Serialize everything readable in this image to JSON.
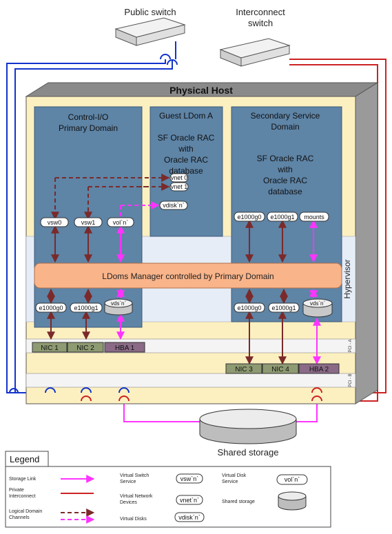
{
  "switches": {
    "public": "Public switch",
    "interconnect_line1": "Interconnect",
    "interconnect_line2": "switch"
  },
  "host": {
    "title": "Physical Host",
    "hypervisor": "Hypervisor",
    "pci_a": "PCI - A",
    "pci_b": "PCI - B"
  },
  "primary": {
    "line1": "Control-I/O",
    "line2": "Primary Domain",
    "vsw0": "vsw0",
    "vsw1": "vsw1",
    "vol": "vol`n`",
    "vds": "vds`n`",
    "e0": "e1000g0",
    "e1": "e1000g1"
  },
  "guest": {
    "title": "Guest LDom A",
    "app1": "SF Oracle RAC",
    "app2": "with",
    "app3": "Oracle RAC",
    "app4": "database",
    "vnet0": "vnet 0",
    "vnet1": "vnet 1",
    "vdisk": "vdisk`n`"
  },
  "secondary": {
    "line1": "Secondary Service",
    "line2": "Domain",
    "app1": "SF Oracle RAC",
    "app2": "with",
    "app3": "Oracle RAC",
    "app4": "database",
    "e0_top": "e1000g0",
    "e1_top": "e1000g1",
    "mounts": "mounts",
    "e0": "e1000g0",
    "e1": "e1000g1",
    "vds": "vds`n`"
  },
  "ldoms_manager": "LDoms Manager controlled by Primary Domain",
  "cards": {
    "nic1": "NIC 1",
    "nic2": "NIC 2",
    "hba1": "HBA 1",
    "nic3": "NIC 3",
    "nic4": "NIC 4",
    "hba2": "HBA 2"
  },
  "shared_storage": "Shared storage",
  "legend": {
    "title": "Legend",
    "storage_link": "Storage Link",
    "private1": "Private",
    "private2": "Interconnect",
    "logical1": "Logical Domain",
    "logical2": "Channels",
    "vswitch1": "Virtual Switch",
    "vswitch2": "Service",
    "vswitch_sym": "vsw`n`",
    "vnet1": "Virtual Network",
    "vnet2": "Devices",
    "vnet_sym": "vnet`n`",
    "vdisks": "Virtual Disks",
    "vdisk_sym": "vdisk`n`",
    "vdisksvc1": "Virtual Disk",
    "vdisksvc2": "Service",
    "vdisksvc_sym": "vol`n`",
    "shared": "Shared storage"
  },
  "colors": {
    "storage": "#ff33ff",
    "private": "#cc2222",
    "public": "#1133cc",
    "channel": "#7a2a2a",
    "domain": "#5e84a6",
    "host_bg": "#fdf0c0",
    "hypervisor": "#e6edf7",
    "ldoms": "#f9b48a"
  }
}
